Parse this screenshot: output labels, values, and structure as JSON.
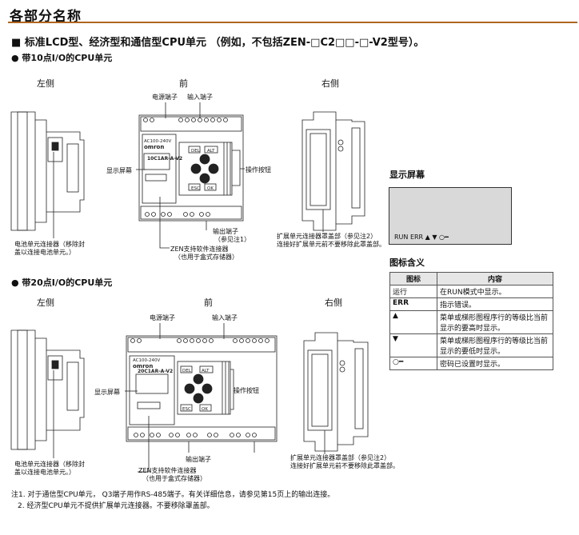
{
  "page": {
    "title": "各部分名称",
    "heading": "■ 标准LCD型、经济型和通信型CPU单元 （例如，不包括ZEN-□C2□□-□-V2型号）。"
  },
  "section1": {
    "title": "● 带10点I/O的CPU单元",
    "views": {
      "left": "左侧",
      "front": "前",
      "right": "右侧"
    },
    "labels": {
      "power_terminal": "电源端子",
      "input_terminal": "输入端子",
      "display_screen": "显示屏幕",
      "operation_buttons": "操作按钮",
      "output_terminal": "输出端子",
      "output_terminal_note": "（参见注1）",
      "zen_connector": "ZEN支持软件连接器",
      "zen_connector_note": "（也用于盒式存储器）",
      "battery_connector": "电池单元连接器（移除封",
      "battery_connector_2": "盖以连接电池单元。）",
      "expansion_cover": "扩展单元连接器罩盖部（参见注2）",
      "expansion_cover_2": "连接好扩展单元前不要移除此罩盖部。"
    },
    "device": {
      "brand": "omron",
      "model": "10C1AR-A-V2",
      "sub": "AC100-240V"
    }
  },
  "section2": {
    "title": "● 带20点I/O的CPU单元",
    "views": {
      "left": "左侧",
      "front": "前",
      "right": "右侧"
    },
    "labels": {
      "power_terminal": "电源端子",
      "input_terminal": "输入端子",
      "display_screen": "显示屏幕",
      "operation_buttons": "操作按钮",
      "output_terminal": "输出端子",
      "zen_connector": "ZEN支持软件连接器",
      "zen_connector_note": "（也用于盒式存储器）",
      "battery_connector": "电池单元连接器（移除封",
      "battery_connector_2": "盖以连接电池单元。）",
      "expansion_cover": "扩展单元连接器罩盖部（参见注2）",
      "expansion_cover_2": "连接好扩展单元前不要移除此罩盖部。"
    },
    "device": {
      "brand": "omron",
      "model": "20C1AR-A-V2",
      "sub": "AC100-240V"
    }
  },
  "buttons": {
    "del": "DEL",
    "alt": "ALT",
    "esc": "ESC",
    "ok": "OK"
  },
  "display_panel": {
    "title": "显示屏幕",
    "indicators": "RUN  ERR   ▲   ▼  ○━"
  },
  "legend": {
    "title": "图标含义",
    "headers": [
      "图标",
      "内容"
    ],
    "rows": [
      {
        "icon": "运行",
        "text": "在RUN模式中显示。"
      },
      {
        "icon": "ERR",
        "text": "指示错误。"
      },
      {
        "icon": "▲",
        "text": "菜单或梯形图程序行的等级比当前显示的要高时显示。"
      },
      {
        "icon": "▼",
        "text": "菜单或梯形图程序行的等级比当前显示的要低时显示。"
      },
      {
        "icon": "○━",
        "text": "密码已设置时显示。"
      }
    ]
  },
  "notes": {
    "n1": "注1. 对于通信型CPU单元， Q3端子用作RS-485端子。有关详细信息，请参见第15页上的输出连接。",
    "n2": "2. 经济型CPU单元不提供扩展单元连接器。不要移除罩盖部。"
  },
  "colors": {
    "rule": "#b0651e",
    "display_bg": "#d9d9d9",
    "line": "#222222"
  }
}
